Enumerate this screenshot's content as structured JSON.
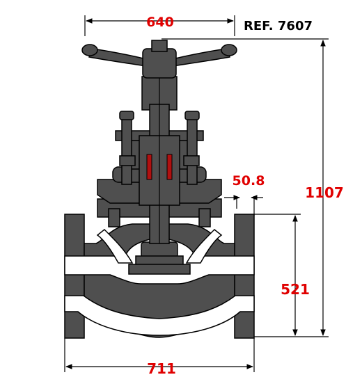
{
  "reference": "REF. 7607",
  "dimensions": {
    "handwheel_diameter": "640",
    "flange_thickness": "50.8",
    "overall_height": "1107",
    "center_height": "521",
    "face_to_face": "711"
  },
  "colors": {
    "body": "#4f4f4f",
    "cavity": "#ffffff",
    "outline": "#000000",
    "dimension_text": "#e00000",
    "reference_text": "#000000",
    "packing": "#b01010"
  }
}
